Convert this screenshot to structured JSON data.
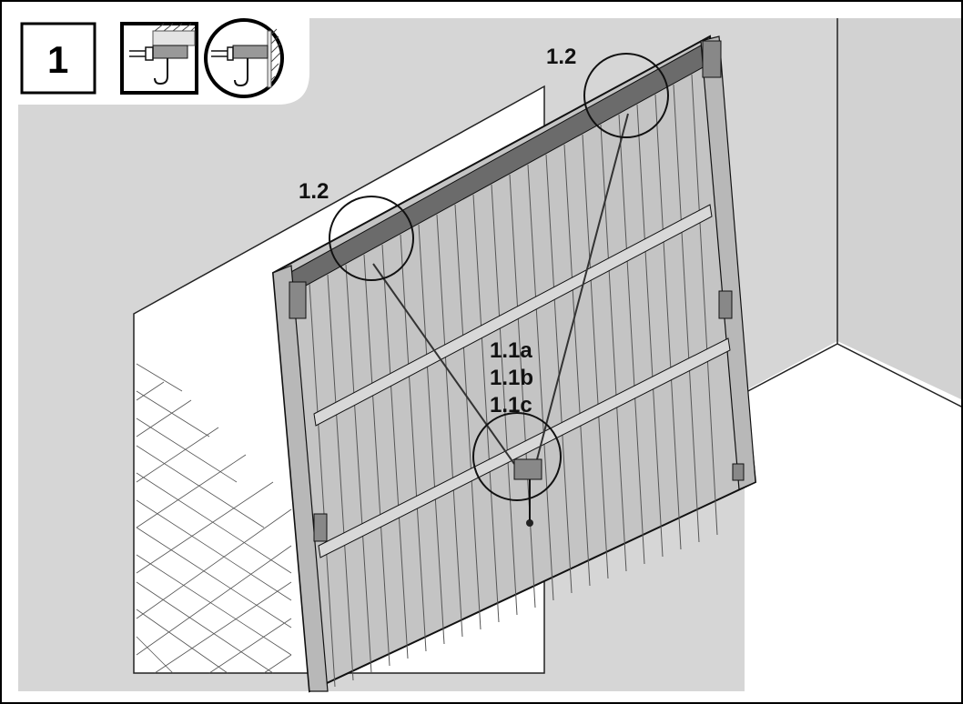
{
  "step": {
    "number": "1",
    "icons": [
      "hanging-on-lintel-icon",
      "hanging-on-wall-icon"
    ]
  },
  "callouts": {
    "top_right": "1.2",
    "top_left": "1.2",
    "center_a": "1.1a",
    "center_b": "1.1b",
    "center_c": "1.1c"
  },
  "colors": {
    "frame": "#000000",
    "wall": "#d6d6d6",
    "door": "#c4c4c4",
    "door_dark": "#9a9a9a",
    "line": "#222222",
    "panel_bg": "#ffffff"
  }
}
